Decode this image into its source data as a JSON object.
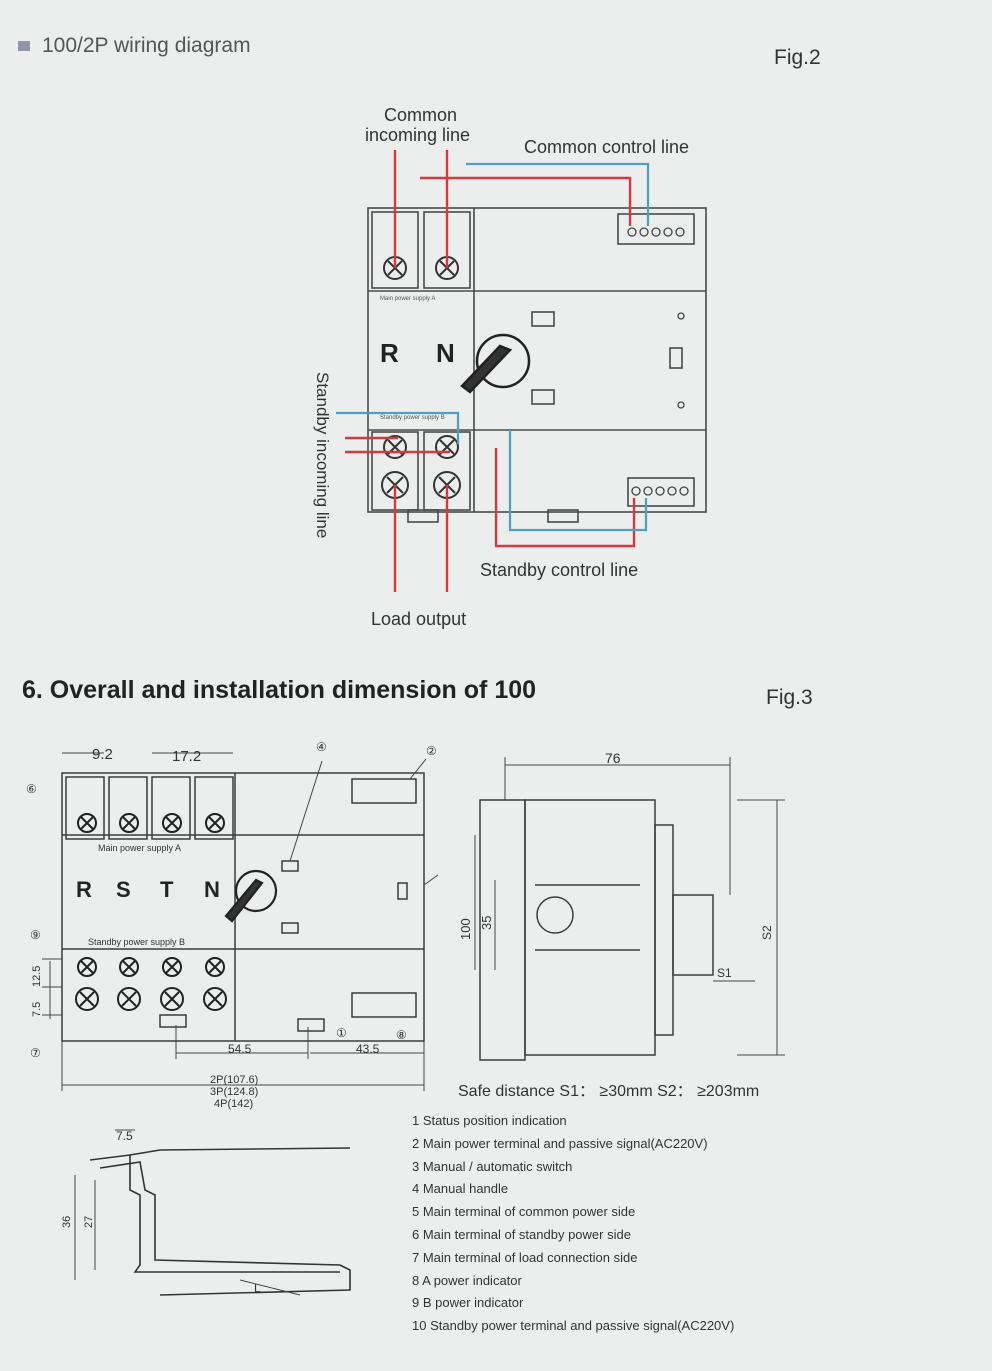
{
  "wiring": {
    "title": "100/2P wiring diagram",
    "fig": "Fig.2",
    "label_common_incoming_1": "Common",
    "label_common_incoming_2": "incoming line",
    "label_common_control": "Common control line",
    "label_standby_incoming": "Standby incoming line",
    "label_standby_control": "Standby control line",
    "label_load_output": "Load output",
    "device_labels": {
      "phase_r": "R",
      "phase_n": "N",
      "main_supply": "Main power supply A",
      "standby_supply": "Standby power supply B"
    }
  },
  "dimension": {
    "title": "6. Overall and installation dimension of 100",
    "fig": "Fig.3",
    "front": {
      "dim_left": "9.2",
      "dim_pitch": "17.2",
      "phases": [
        "R",
        "S",
        "T",
        "N"
      ],
      "main_supply": "Main power supply A",
      "standby_supply": "Standby power supply B",
      "dim_54_5": "54.5",
      "dim_43_5": "43.5",
      "dim_12_5": "12.5",
      "dim_7_5": "7.5",
      "width_2p": "2P(107.6)",
      "width_3p": "3P(124.8)",
      "width_4p": "4P(142)",
      "markers": {
        "m1": "①",
        "m2": "②",
        "m4": "④",
        "m6": "⑥",
        "m7": "⑦",
        "m8": "⑧",
        "m9": "⑨"
      }
    },
    "side": {
      "dim_76": "76",
      "dim_100": "100",
      "dim_35": "35",
      "s1": "S1",
      "s2": "S2"
    },
    "rail": {
      "dim_7_5": "7.5",
      "dim_36": "36",
      "dim_27": "27",
      "dim_l": "L"
    },
    "safe_distance": "Safe distance  S1： ≥30mm    S2： ≥203mm",
    "legend": [
      "1 Status position indication",
      "2 Main power terminal and passive signal(AC220V)",
      "3 Manual / automatic switch",
      "4 Manual handle",
      "5 Main terminal of common power side",
      "6 Main terminal of standby power side",
      "7 Main terminal of load connection side",
      "8 A power indicator",
      "9 B power indicator",
      "10 Standby power terminal and passive signal(AC220V)"
    ]
  },
  "colors": {
    "red_wire": "#d23a3f",
    "blue_wire": "#4f9fc4",
    "device_line": "#4a4a4a",
    "page_bg": "#eceeed"
  }
}
